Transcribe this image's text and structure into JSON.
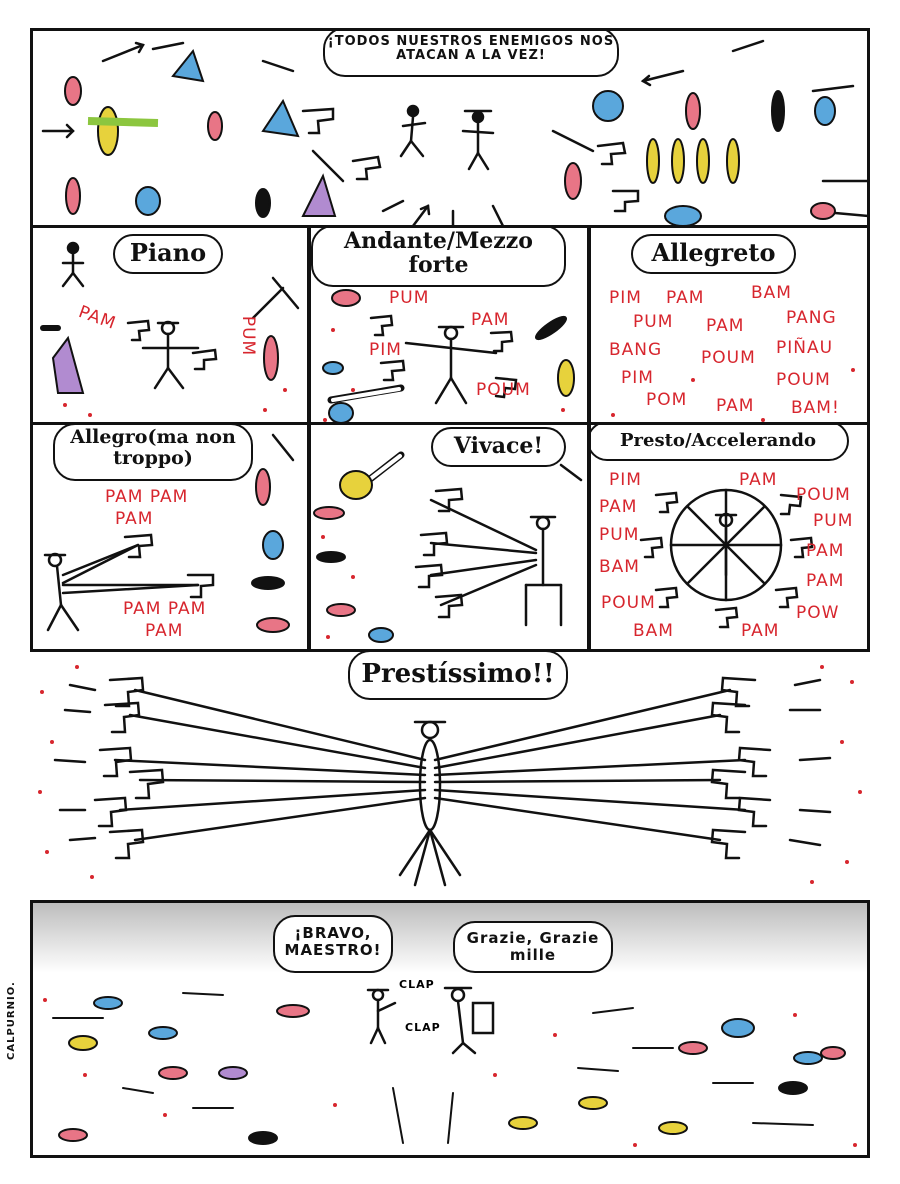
{
  "palette": {
    "red": "#d7262e",
    "blue": "#5aa7dc",
    "yellow": "#e7d23c",
    "green": "#8cc63f",
    "pink": "#e87586",
    "purple": "#b18bd0",
    "ink": "#111111"
  },
  "panels": {
    "p1": {
      "speech": "¡TODOS NUESTROS ENEMIGOS NOS ATACAN A LA VEZ!"
    },
    "p2": {
      "title": "Piano",
      "sfx": [
        "PAM",
        "PUM"
      ]
    },
    "p3": {
      "title": "Andante/Mezzo forte",
      "sfx": [
        "PUM",
        "PAM",
        "PIM",
        "POUM"
      ]
    },
    "p4": {
      "title": "Allegreto",
      "sfx": [
        "PIM",
        "PAM",
        "BAM",
        "PUM",
        "PAM",
        "PANG",
        "BANG",
        "POUM",
        "PIÑAU",
        "PIM",
        "POUM",
        "POM",
        "PAM",
        "BAM!"
      ]
    },
    "p5": {
      "title": "Allegro(ma non troppo)",
      "sfx": [
        "PAM PAM",
        "PAM",
        "PAM PAM",
        "PAM"
      ]
    },
    "p6": {
      "title": "Vivace!"
    },
    "p7": {
      "title": "Presto/Accelerando",
      "sfx": [
        "PIM",
        "PAM",
        "PAM",
        "POUM",
        "PUM",
        "PUM",
        "BAM",
        "PAM",
        "POUM",
        "PAM",
        "BAM",
        "PAM",
        "POW"
      ]
    },
    "p8": {
      "title": "Prestíssimo!!"
    },
    "p9": {
      "speech_left": "¡BRAVO, MAESTRO!",
      "speech_right": "Grazie, Grazie mille",
      "clap1": "CLAP",
      "clap2": "CLAP"
    }
  },
  "credit": "CALPURNIO."
}
